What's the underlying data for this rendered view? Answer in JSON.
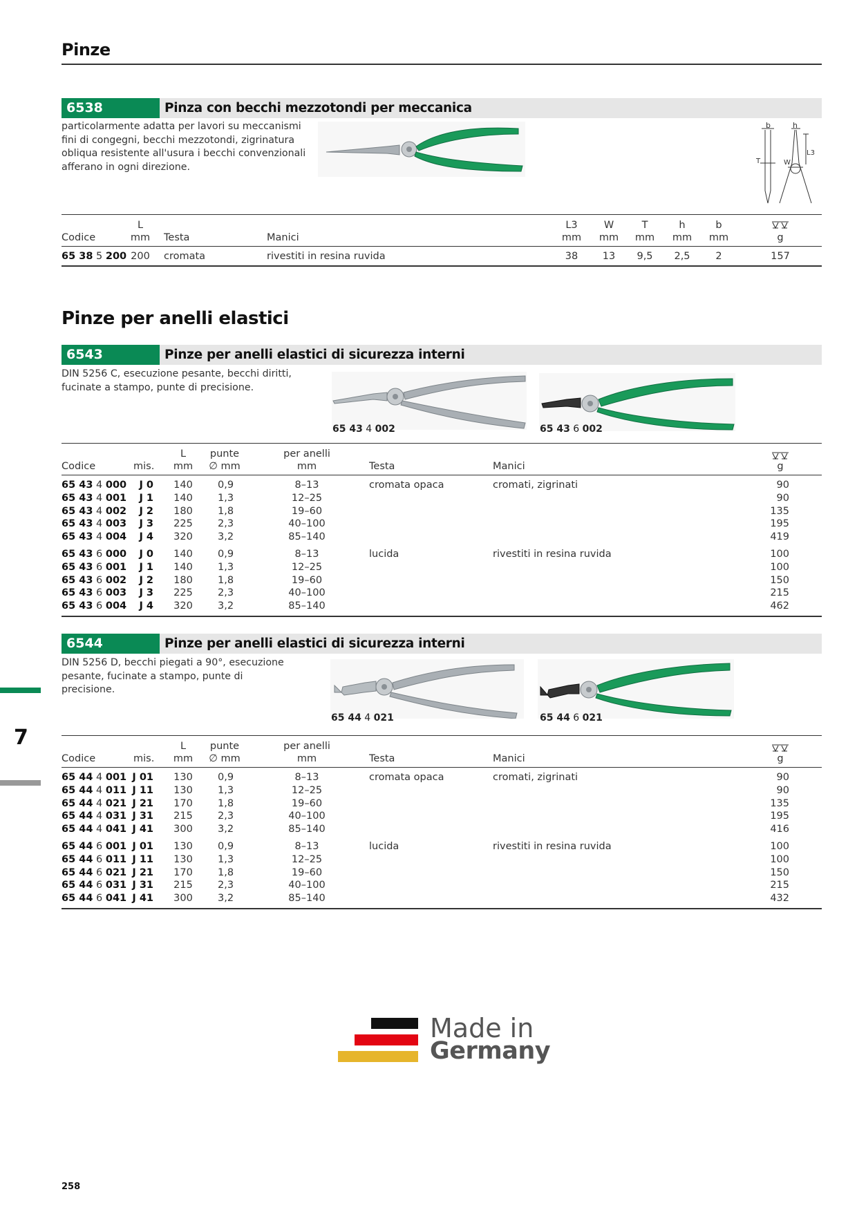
{
  "page": {
    "title1": "Pinze",
    "title2": "Pinze per anelli elastici",
    "chapter_number": "7",
    "page_number": "258"
  },
  "colors": {
    "accent_green": "#0a8a55",
    "bar_grey": "#e6e6e6",
    "flag_black": "#111111",
    "flag_red": "#e30613",
    "flag_gold": "#e6b52c"
  },
  "p6538": {
    "number": "6538",
    "title": "Pinza con becchi mezzotondi per meccanica",
    "description": "particolarmente adatta per lavori su meccanismi fini di congegni, becchi mezzotondi, zigrinatura obliqua resistente all'usura i becchi convenzionali afferano in ogni direzione.",
    "diagram_labels": {
      "b": "b",
      "h": "h",
      "T": "T",
      "W": "W",
      "L3": "L3"
    },
    "headers": {
      "code": "Codice",
      "L": "L",
      "L_unit": "mm",
      "testa": "Testa",
      "manici": "Manici",
      "L3": "L3",
      "W": "W",
      "T": "T",
      "h": "h",
      "b": "b",
      "unit_mm": "mm",
      "weight_unit": "g",
      "weight_icon": "scale-icon"
    },
    "row": {
      "code_a": "65 38",
      "code_b": "5",
      "code_c": "200",
      "L": "200",
      "testa": "cromata",
      "manici": "rivestiti in resina ruvida",
      "L3": "38",
      "W": "13",
      "T": "9,5",
      "h": "2,5",
      "b": "2",
      "g": "157"
    }
  },
  "p6543": {
    "number": "6543",
    "title": "Pinze per anelli elastici di sicurezza interni",
    "description": "DIN 5256 C, esecuzione pesante, becchi diritti, fucinate a stampo, punte di precisione.",
    "images": [
      {
        "code_a": "65 43",
        "code_b": "4",
        "code_c": "002"
      },
      {
        "code_a": "65 43",
        "code_b": "6",
        "code_c": "002"
      }
    ],
    "headers": {
      "code": "Codice",
      "mis": "mis.",
      "L": "L",
      "L_unit": "mm",
      "punte": "punte",
      "punte_unit": "∅ mm",
      "anelli": "per anelli",
      "anelli_unit": "mm",
      "testa": "Testa",
      "manici": "Manici",
      "weight_unit": "g"
    },
    "group1": {
      "testa": "cromata opaca",
      "manici": "cromati, zigrinati",
      "rows": [
        {
          "code_a": "65 43",
          "code_b": "4",
          "code_c": "000",
          "mis": "J 0",
          "L": "140",
          "punte": "0,9",
          "anelli": "8–13",
          "g": "90"
        },
        {
          "code_a": "65 43",
          "code_b": "4",
          "code_c": "001",
          "mis": "J 1",
          "L": "140",
          "punte": "1,3",
          "anelli": "12–25",
          "g": "90"
        },
        {
          "code_a": "65 43",
          "code_b": "4",
          "code_c": "002",
          "mis": "J 2",
          "L": "180",
          "punte": "1,8",
          "anelli": "19–60",
          "g": "135"
        },
        {
          "code_a": "65 43",
          "code_b": "4",
          "code_c": "003",
          "mis": "J 3",
          "L": "225",
          "punte": "2,3",
          "anelli": "40–100",
          "g": "195"
        },
        {
          "code_a": "65 43",
          "code_b": "4",
          "code_c": "004",
          "mis": "J 4",
          "L": "320",
          "punte": "3,2",
          "anelli": "85–140",
          "g": "419"
        }
      ]
    },
    "group2": {
      "testa": "lucida",
      "manici": "rivestiti in resina ruvida",
      "rows": [
        {
          "code_a": "65 43",
          "code_b": "6",
          "code_c": "000",
          "mis": "J 0",
          "L": "140",
          "punte": "0,9",
          "anelli": "8–13",
          "g": "100"
        },
        {
          "code_a": "65 43",
          "code_b": "6",
          "code_c": "001",
          "mis": "J 1",
          "L": "140",
          "punte": "1,3",
          "anelli": "12–25",
          "g": "100"
        },
        {
          "code_a": "65 43",
          "code_b": "6",
          "code_c": "002",
          "mis": "J 2",
          "L": "180",
          "punte": "1,8",
          "anelli": "19–60",
          "g": "150"
        },
        {
          "code_a": "65 43",
          "code_b": "6",
          "code_c": "003",
          "mis": "J 3",
          "L": "225",
          "punte": "2,3",
          "anelli": "40–100",
          "g": "215"
        },
        {
          "code_a": "65 43",
          "code_b": "6",
          "code_c": "004",
          "mis": "J 4",
          "L": "320",
          "punte": "3,2",
          "anelli": "85–140",
          "g": "462"
        }
      ]
    }
  },
  "p6544": {
    "number": "6544",
    "title": "Pinze per anelli elastici di sicurezza interni",
    "description": "DIN 5256 D, becchi piegati a 90°, esecuzione pesante, fucinate a stampo, punte di precisione.",
    "images": [
      {
        "code_a": "65 44",
        "code_b": "4",
        "code_c": "021"
      },
      {
        "code_a": "65 44",
        "code_b": "6",
        "code_c": "021"
      }
    ],
    "headers": {
      "code": "Codice",
      "mis": "mis.",
      "L": "L",
      "L_unit": "mm",
      "punte": "punte",
      "punte_unit": "∅ mm",
      "anelli": "per anelli",
      "anelli_unit": "mm",
      "testa": "Testa",
      "manici": "Manici",
      "weight_unit": "g"
    },
    "group1": {
      "testa": "cromata opaca",
      "manici": "cromati, zigrinati",
      "rows": [
        {
          "code_a": "65 44",
          "code_b": "4",
          "code_c": "001",
          "mis": "J 01",
          "L": "130",
          "punte": "0,9",
          "anelli": "8–13",
          "g": "90"
        },
        {
          "code_a": "65 44",
          "code_b": "4",
          "code_c": "011",
          "mis": "J 11",
          "L": "130",
          "punte": "1,3",
          "anelli": "12–25",
          "g": "90"
        },
        {
          "code_a": "65 44",
          "code_b": "4",
          "code_c": "021",
          "mis": "J 21",
          "L": "170",
          "punte": "1,8",
          "anelli": "19–60",
          "g": "135"
        },
        {
          "code_a": "65 44",
          "code_b": "4",
          "code_c": "031",
          "mis": "J 31",
          "L": "215",
          "punte": "2,3",
          "anelli": "40–100",
          "g": "195"
        },
        {
          "code_a": "65 44",
          "code_b": "4",
          "code_c": "041",
          "mis": "J 41",
          "L": "300",
          "punte": "3,2",
          "anelli": "85–140",
          "g": "416"
        }
      ]
    },
    "group2": {
      "testa": "lucida",
      "manici": "rivestiti in resina ruvida",
      "rows": [
        {
          "code_a": "65 44",
          "code_b": "6",
          "code_c": "001",
          "mis": "J 01",
          "L": "130",
          "punte": "0,9",
          "anelli": "8–13",
          "g": "100"
        },
        {
          "code_a": "65 44",
          "code_b": "6",
          "code_c": "011",
          "mis": "J 11",
          "L": "130",
          "punte": "1,3",
          "anelli": "12–25",
          "g": "100"
        },
        {
          "code_a": "65 44",
          "code_b": "6",
          "code_c": "021",
          "mis": "J 21",
          "L": "170",
          "punte": "1,8",
          "anelli": "19–60",
          "g": "150"
        },
        {
          "code_a": "65 44",
          "code_b": "6",
          "code_c": "031",
          "mis": "J 31",
          "L": "215",
          "punte": "2,3",
          "anelli": "40–100",
          "g": "215"
        },
        {
          "code_a": "65 44",
          "code_b": "6",
          "code_c": "041",
          "mis": "J 41",
          "L": "300",
          "punte": "3,2",
          "anelli": "85–140",
          "g": "432"
        }
      ]
    }
  },
  "badge": {
    "line1": "Made in",
    "line2": "Germany"
  }
}
